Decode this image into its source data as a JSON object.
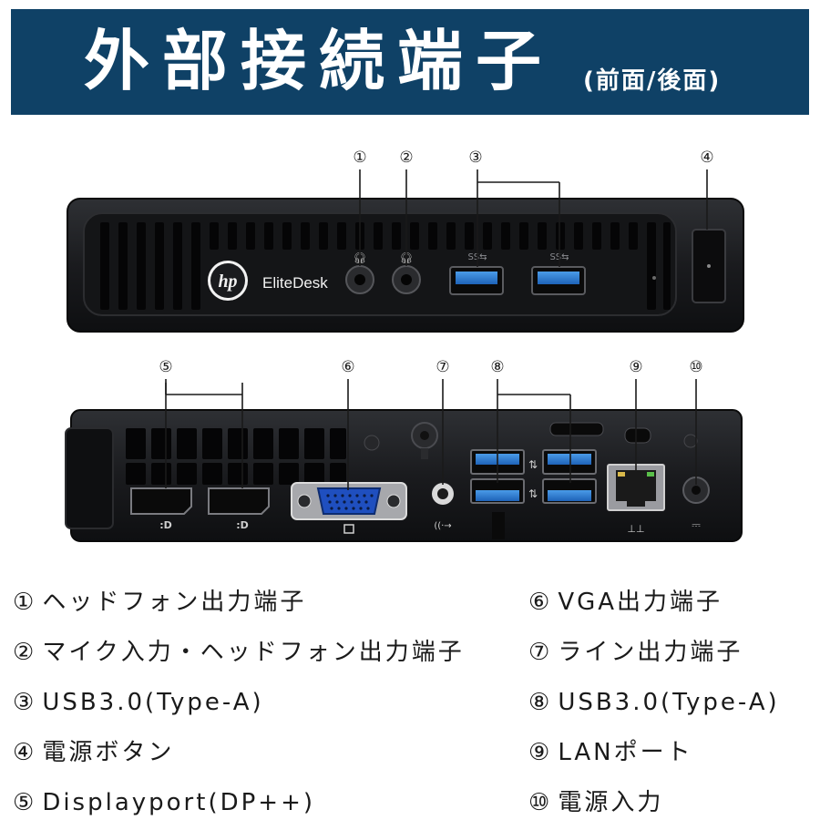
{
  "header": {
    "title": "外部接続端子",
    "subtitle": "(前面/後面)"
  },
  "front_panel": {
    "brand_logo": "hp",
    "model_label": "EliteDesk",
    "usb_symbol": "SS⇆"
  },
  "markers": [
    "①",
    "②",
    "③",
    "④",
    "⑤",
    "⑥",
    "⑦",
    "⑧",
    "⑨",
    "⑩"
  ],
  "legend": [
    {
      "num": "①",
      "text": "ヘッドフォン出力端子"
    },
    {
      "num": "②",
      "text": "マイク入力・ヘッドフォン出力端子"
    },
    {
      "num": "③",
      "text": "USB3.0(Type-A)"
    },
    {
      "num": "④",
      "text": "電源ボタン"
    },
    {
      "num": "⑤",
      "text": "Displayport(DP++)"
    },
    {
      "num": "⑥",
      "text": "VGA出力端子"
    },
    {
      "num": "⑦",
      "text": "ライン出力端子"
    },
    {
      "num": "⑧",
      "text": "USB3.0(Type-A)"
    },
    {
      "num": "⑨",
      "text": "LANポート"
    },
    {
      "num": "⑩",
      "text": "電源入力"
    }
  ],
  "colors": {
    "banner": "#0f4166",
    "chassis": "#1c1d20",
    "usb_blue": "#2f7fd6",
    "vga_blue": "#1f4fbf"
  }
}
